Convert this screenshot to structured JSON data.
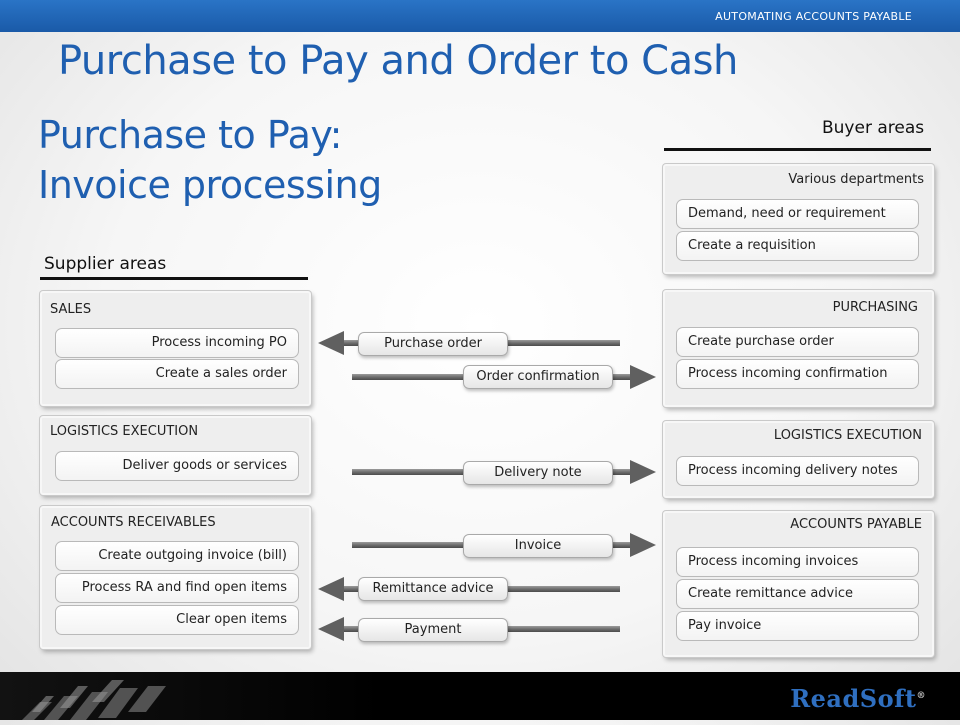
{
  "header": {
    "banner": "AUTOMATING ACCOUNTS PAYABLE"
  },
  "title": "Purchase to Pay and Order to Cash",
  "subtitle": {
    "line1": "Purchase to Pay:",
    "line2": "Invoice processing"
  },
  "areas": {
    "supplier": "Supplier areas",
    "buyer": "Buyer areas"
  },
  "supplier_panels": [
    {
      "title": "SALES",
      "items": [
        "Process incoming PO",
        "Create a sales order"
      ]
    },
    {
      "title": "LOGISTICS EXECUTION",
      "items": [
        "Deliver goods or services"
      ]
    },
    {
      "title": "ACCOUNTS RECEIVABLES",
      "items": [
        "Create outgoing invoice (bill)",
        "Process RA and find open items",
        "Clear open items"
      ]
    }
  ],
  "buyer_panels": [
    {
      "title": "Various departments",
      "items": [
        "Demand, need or requirement",
        "Create a requisition"
      ]
    },
    {
      "title": "PURCHASING",
      "items": [
        "Create purchase order",
        "Process incoming confirmation"
      ]
    },
    {
      "title": "LOGISTICS EXECUTION",
      "items": [
        "Process incoming delivery notes"
      ]
    },
    {
      "title": "ACCOUNTS PAYABLE",
      "items": [
        "Process incoming invoices",
        "Create remittance advice",
        "Pay invoice"
      ]
    }
  ],
  "flows": [
    {
      "label": "Purchase order",
      "direction": "to-supplier"
    },
    {
      "label": "Order confirmation",
      "direction": "to-buyer"
    },
    {
      "label": "Delivery note",
      "direction": "to-buyer"
    },
    {
      "label": "Invoice",
      "direction": "to-buyer"
    },
    {
      "label": "Remittance advice",
      "direction": "to-supplier"
    },
    {
      "label": "Payment",
      "direction": "to-supplier"
    }
  ],
  "logo": {
    "text": "ReadSoft",
    "mark": "®"
  },
  "colors": {
    "accent": "#1f5fb0",
    "banner": "#1a5aa8",
    "logo": "#2f6fc0"
  }
}
